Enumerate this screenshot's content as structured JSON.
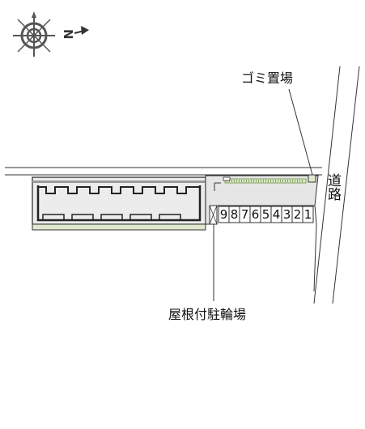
{
  "labels": {
    "garbage": "ゴミ置場",
    "road": "道路",
    "bike_parking": "屋根付駐輪場"
  },
  "compass": {
    "north_letter": "N"
  },
  "parking_slots": [
    "9",
    "8",
    "7",
    "6",
    "5",
    "4",
    "3",
    "2",
    "1"
  ],
  "colors": {
    "line": "#222222",
    "building_fill": "#ececec",
    "lot_fill": "#e6e6e6",
    "green_strip": "#dfe9cf",
    "hatch_green": "#7fa35a"
  }
}
